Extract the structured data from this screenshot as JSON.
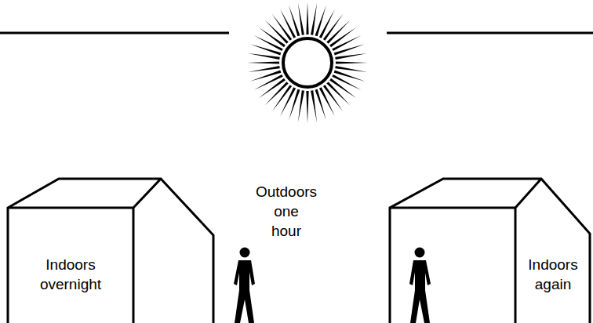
{
  "diagram": {
    "nodes": [
      {
        "text": [
          "Indoors overnight"
        ]
      },
      {
        "text": [
          "Indoors again"
        ]
      }
    ],
    "edges": [],
    "labels": [
      "Outdoors one hour"
    ]
  }
}
